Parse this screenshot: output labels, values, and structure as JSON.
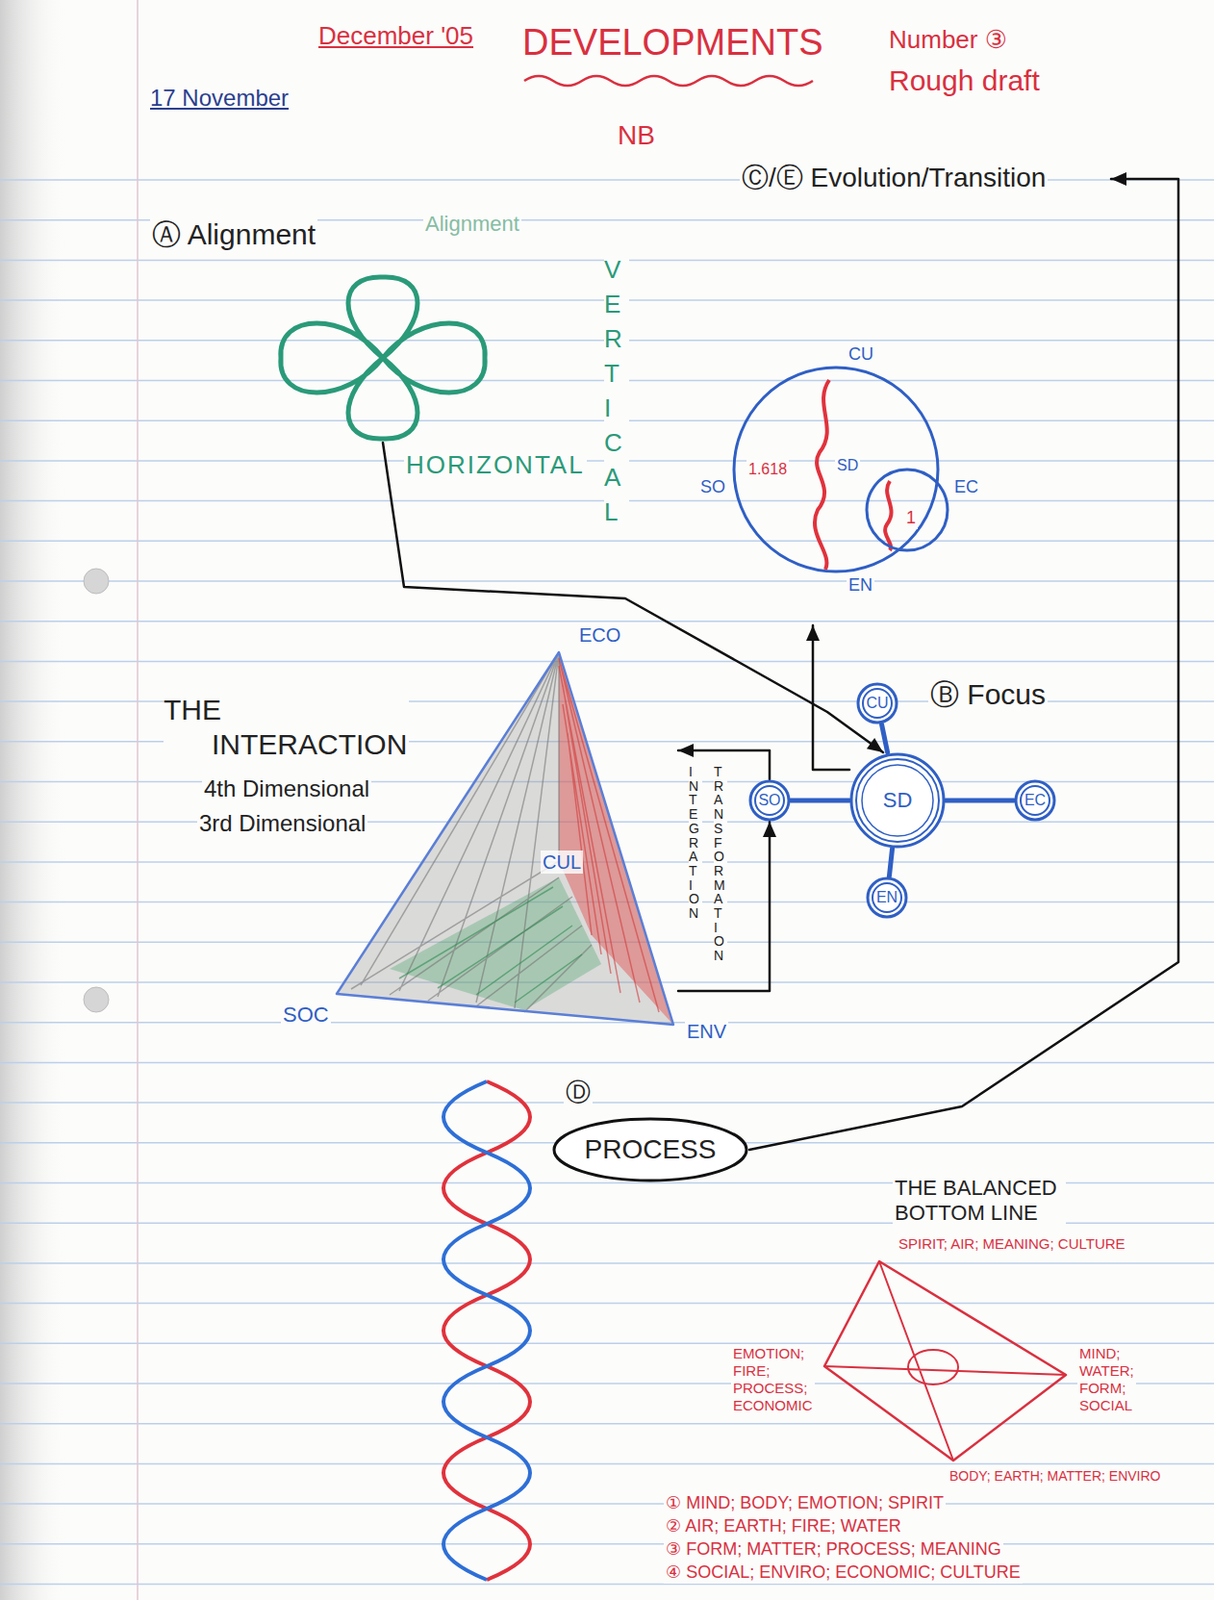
{
  "diagram": {
    "title": "DEVELOPMENTS",
    "nodes": [
      {
        "text": [
          "Ⓐ Alignment"
        ]
      },
      {
        "text": [
          "Ⓒ/Ⓔ Evolution/Transition"
        ]
      },
      {
        "text": [
          "THE INTERACTION",
          "4th Dimensional",
          "3rd Dimensional"
        ]
      },
      {
        "text": [
          "SD"
        ]
      },
      {
        "text": [
          "CU"
        ]
      },
      {
        "text": [
          "SO"
        ]
      },
      {
        "text": [
          "EC"
        ]
      },
      {
        "text": [
          "EN"
        ]
      },
      {
        "text": [
          "PROCESS"
        ]
      },
      {
        "text": [
          "THE BALANCED BOTTOM LINE"
        ]
      }
    ],
    "edges": [
      {
        "from": 0,
        "to": 3,
        "arrow": "to"
      },
      {
        "from": 3,
        "to": 1,
        "arrow": "to"
      },
      {
        "from": 5,
        "to": 2,
        "arrow": "to"
      },
      {
        "from": 2,
        "to": 5,
        "arrow": "to"
      },
      {
        "from": 8,
        "to": 1,
        "arrow": "to"
      },
      {
        "from": 3,
        "to": 4,
        "arrow": "none"
      },
      {
        "from": 3,
        "to": 5,
        "arrow": "none"
      },
      {
        "from": 3,
        "to": 6,
        "arrow": "none"
      },
      {
        "from": 3,
        "to": 7,
        "arrow": "none"
      }
    ],
    "labels": [
      "December '05",
      "Number ③",
      "Rough draft",
      "17 November",
      "NB",
      "Alignment",
      "VERTICAL",
      "HORIZONTAL",
      "CU",
      "SO",
      "EC",
      "EN",
      "SD",
      "1.618",
      "1",
      "ECO",
      "CUL",
      "SOC",
      "ENV",
      "INTEGRATION",
      "TRANSFORMATION",
      "Ⓑ Focus",
      "Ⓓ",
      "SPIRIT; AIR; MEANING; CULTURE",
      "EMOTION; FIRE; PROCESS; ECONOMIC",
      "MIND; WATER; FORM; SOCIAL",
      "BODY; EARTH; MATTER; ENVIRO",
      "① MIND; BODY; EMOTION; SPIRIT",
      "② AIR; EARTH; FIRE; WATER",
      "③ FORM; MATTER; PROCESS; MEANING",
      "④ SOCIAL; ENVIRO; ECONOMIC; CULTURE"
    ]
  }
}
